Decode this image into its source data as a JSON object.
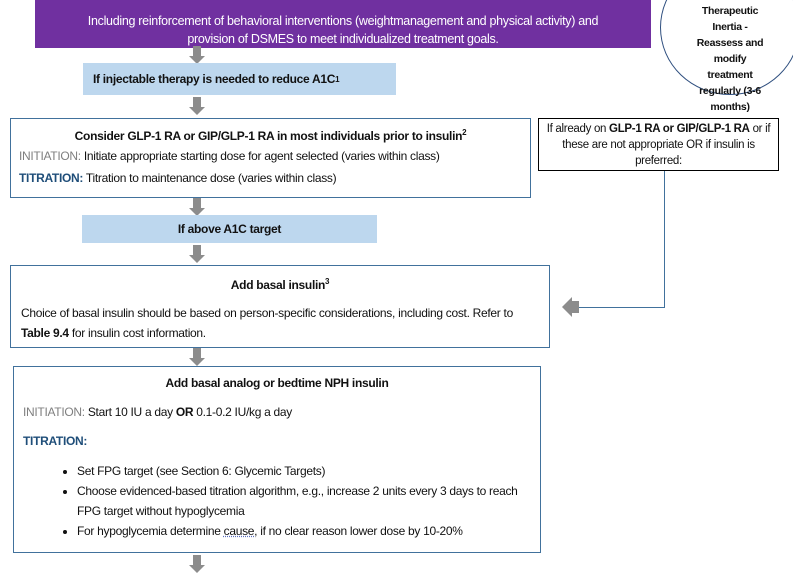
{
  "top": {
    "line1": "Including reinforcement of behavioral interventions (weightmanagement and physical activity) and",
    "line2": "provision of DSMES to meet individualized treatment goals."
  },
  "circle": {
    "text": "Therapeutic Inertia - Reassess and modify treatment regularly (3-6 months)"
  },
  "step1": {
    "text": "If injectable therapy is needed to reduce A1C",
    "sup": "1"
  },
  "glp": {
    "title": "Consider GLP-1 RA or GIP/GLP-1 RA in most individuals prior to insulin",
    "sup": "2",
    "initiation_label": "INITIATION:",
    "initiation_text": " Initiate appropriate starting dose for agent selected (varies within class)",
    "titration_label": "TITRATION:",
    "titration_text": " Titration to maintenance dose (varies within class)"
  },
  "side": {
    "t1": "If already on ",
    "b1": "GLP-1 RA or GIP/GLP-1 RA",
    "t2": " or if these are not appropriate OR if insulin is preferred:"
  },
  "step2": {
    "text": "If above A1C target"
  },
  "basal": {
    "title": "Add basal insulin",
    "sup": "3",
    "t1": "Choice of basal insulin should be based on person-specific considerations, including cost. Refer to ",
    "b1": "Table 9.4",
    "t2": " for insulin cost information."
  },
  "nph": {
    "title": "Add basal analog or bedtime NPH insulin",
    "initiation_label": "INITIATION:",
    "initiation_t1": " Start 10 IU a day ",
    "initiation_or": "OR",
    "initiation_t2": " 0.1-0.2 IU/kg a day",
    "titration_label": "TITRATION:",
    "bullets": [
      "Set FPG target (see Section 6: Glycemic Targets)",
      "Choose evidenced-based titration algorithm, e.g., increase 2 units every 3 days to reach FPG target without hypoglycemia"
    ],
    "bullet3_t1": "For hypoglycemia determine ",
    "bullet3_u": "cause,",
    "bullet3_t2": " if no clear reason lower dose by 10-20%"
  },
  "colors": {
    "purple": "#7030a0",
    "blue_box": "#bdd7ee",
    "border": "#41719c",
    "arrow": "#8c8c8c"
  }
}
